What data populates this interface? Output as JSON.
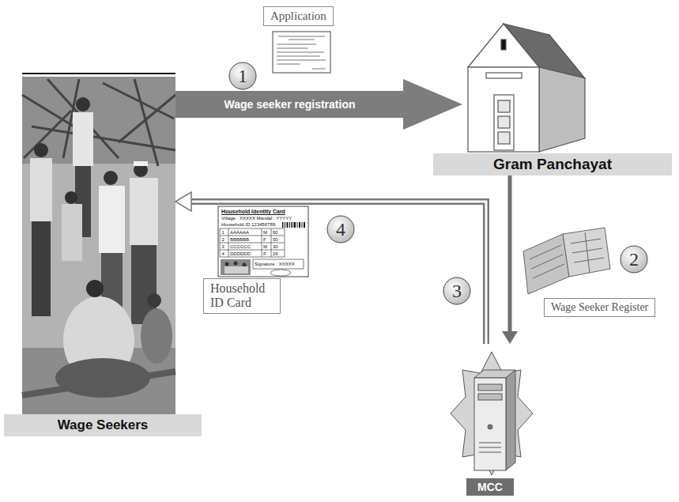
{
  "diagram": {
    "nodes": [
      {
        "text": [
          "Wage Seekers"
        ]
      },
      {
        "text": [
          "Application"
        ]
      },
      {
        "text": [
          "Gram Panchayat"
        ]
      },
      {
        "text": [
          "Household ID Card"
        ]
      },
      {
        "text": [
          "Wage Seeker Register"
        ]
      },
      {
        "text": [
          "MCC"
        ]
      }
    ],
    "edges": [
      {
        "from": 0,
        "to": 2,
        "label": "Wage seeker registration",
        "arrow": "to"
      },
      {
        "from": 2,
        "to": 5,
        "arrow": "to"
      },
      {
        "from": 5,
        "to": 0,
        "arrow": "to"
      }
    ],
    "labels": [
      "1",
      "2",
      "3",
      "4",
      "Household Identity Card",
      "Village : XXXXX Mandal : YYYYY",
      "Household ID 123456789",
      "1",
      "AAAAAA",
      "M",
      "60",
      "2",
      "BBBBBB",
      "F",
      "50",
      "3",
      "CCCCCC",
      "M",
      "30",
      "4",
      "DDDDDD",
      "F",
      "26",
      "Signature : XXXXX"
    ]
  }
}
